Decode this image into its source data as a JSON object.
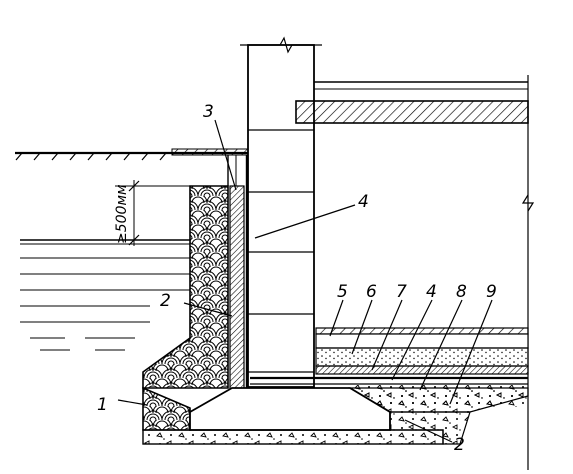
{
  "labels": {
    "l1": "1",
    "l2a": "2",
    "l2b": "2",
    "l3": "3",
    "l4a": "4",
    "l4b": "4",
    "l5": "5",
    "l6": "6",
    "l7": "7",
    "l8": "8",
    "l9": "9"
  },
  "dimension": "≥500мм",
  "colors": {
    "ink": "#000000",
    "paper": "#ffffff"
  }
}
